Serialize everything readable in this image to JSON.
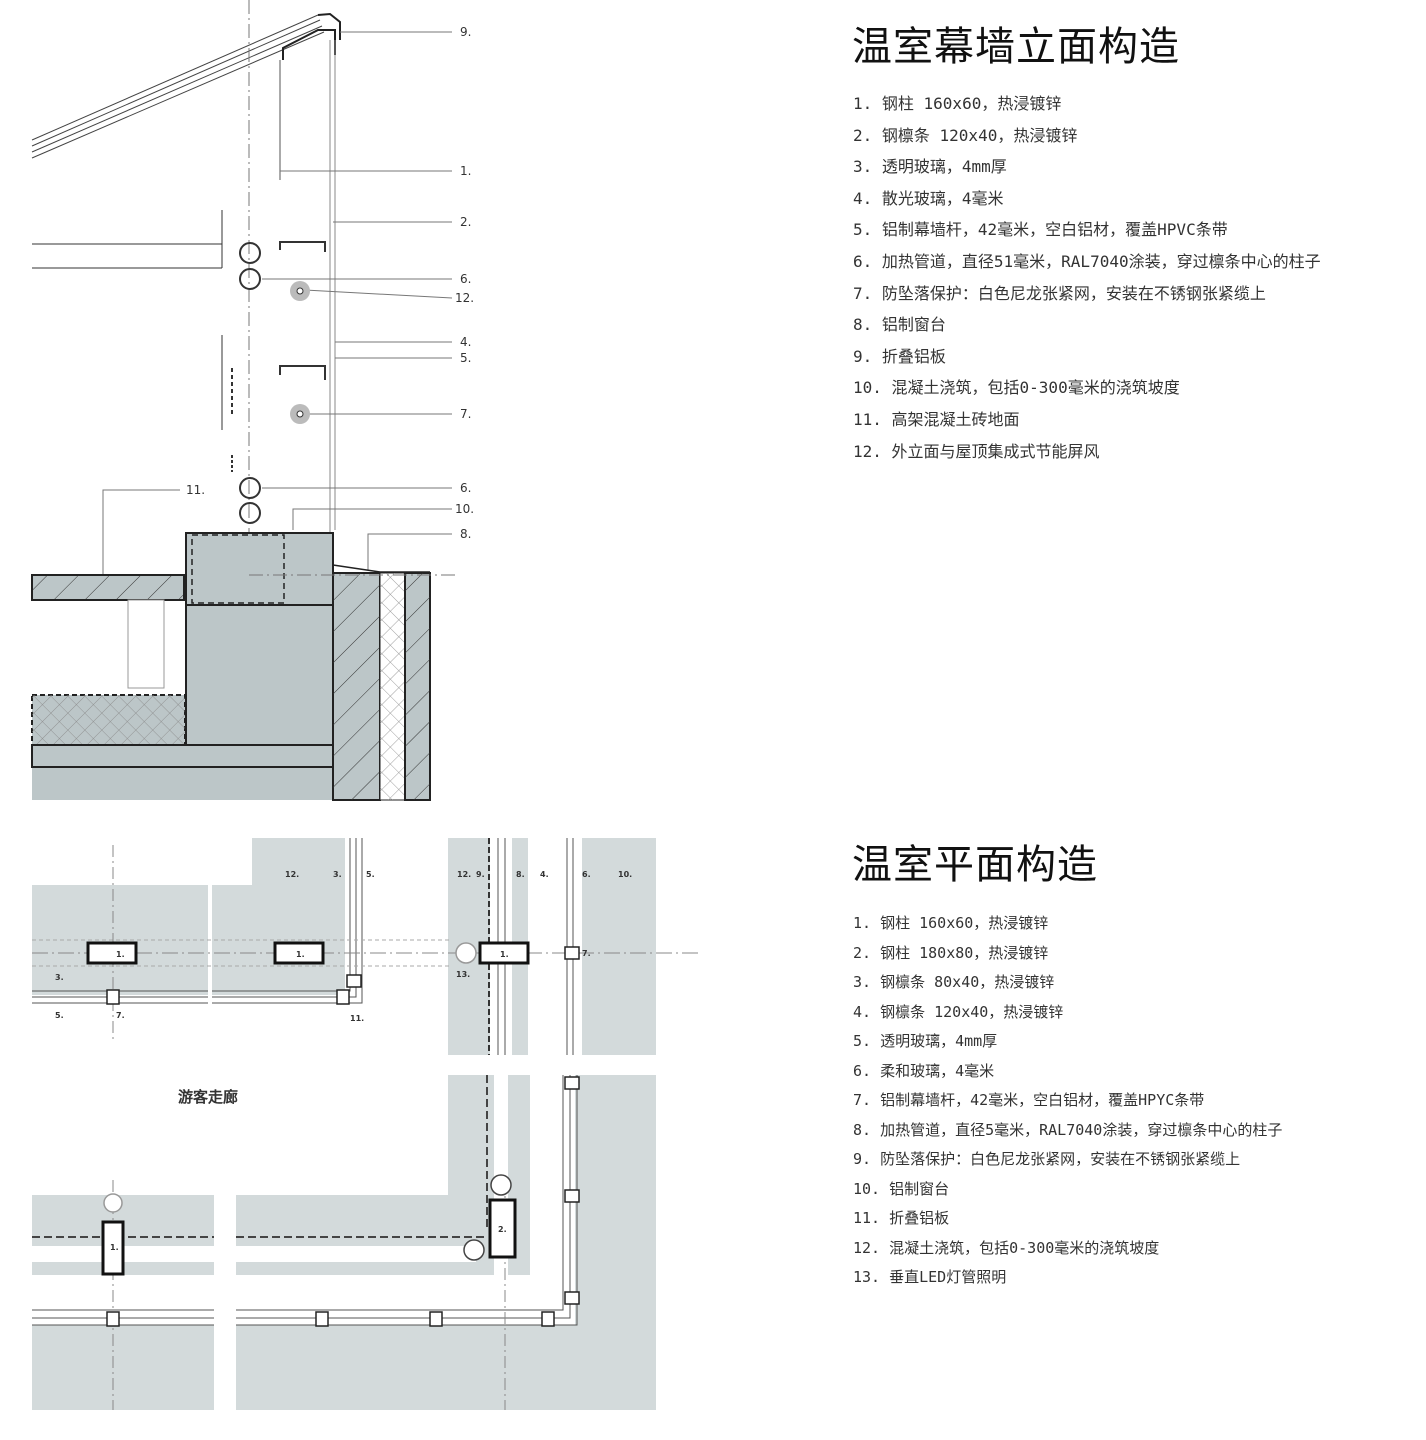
{
  "elevation": {
    "title": "温室幕墙立面构造",
    "items": [
      "1. 钢柱 160x60，热浸镀锌",
      "2. 钢檩条 120x40，热浸镀锌",
      "3. 透明玻璃，4mm厚",
      "4. 散光玻璃，4毫米",
      "5. 铝制幕墙杆，42毫米，空白铝材，覆盖HPVC条带",
      "6. 加热管道，直径51毫米，RAL7040涂装，穿过檩条中心的柱子",
      "7. 防坠落保护：白色尼龙张紧网，安装在不锈钢张紧缆上",
      "8. 铝制窗台",
      "9. 折叠铝板",
      "10. 混凝土浇筑，包括0-300毫米的浇筑坡度",
      "11. 高架混凝土砖地面",
      "12. 外立面与屋顶集成式节能屏风"
    ],
    "callouts": [
      "9.",
      "1.",
      "2.",
      "6.",
      "12.",
      "4.",
      "5.",
      "7.",
      "6.",
      "10.",
      "8.",
      "11."
    ]
  },
  "plan": {
    "title": "温室平面构造",
    "items": [
      "1. 钢柱 160x60，热浸镀锌",
      "2. 钢柱 180x80，热浸镀锌",
      "3. 钢檩条 80x40，热浸镀锌",
      "4. 钢檩条 120x40，热浸镀锌",
      "5. 透明玻璃，4mm厚",
      "6. 柔和玻璃，4毫米",
      "7. 铝制幕墙杆，42毫米，空白铝材，覆盖HPYC条带",
      "8. 加热管道，直径5毫米，RAL7040涂装，穿过檩条中心的柱子",
      "9. 防坠落保护：白色尼龙张紧网，安装在不锈钢张紧缆上",
      "10. 铝制窗台",
      "11. 折叠铝板",
      "12. 混凝土浇筑，包括0-300毫米的浇筑坡度",
      "13. 垂直LED灯管照明"
    ],
    "room_label": "游客走廊",
    "callouts": {
      "c12a": "12.",
      "c3a": "3.",
      "c5a": "5.",
      "c12b": "12.",
      "c9": "9.",
      "c8": "8.",
      "c4": "4.",
      "c6": "6.",
      "c10": "10.",
      "c3b": "3.",
      "c5b": "5.",
      "c7a": "7.",
      "c11": "11.",
      "c13": "13.",
      "c7b": "7.",
      "col1a": "1.",
      "col1b": "1.",
      "col1c": "1.",
      "col1d": "1.",
      "col2": "2."
    }
  },
  "colors": {
    "fill": "#bcc6c8",
    "plan_fill": "#d3dadb",
    "line": "#222222"
  }
}
